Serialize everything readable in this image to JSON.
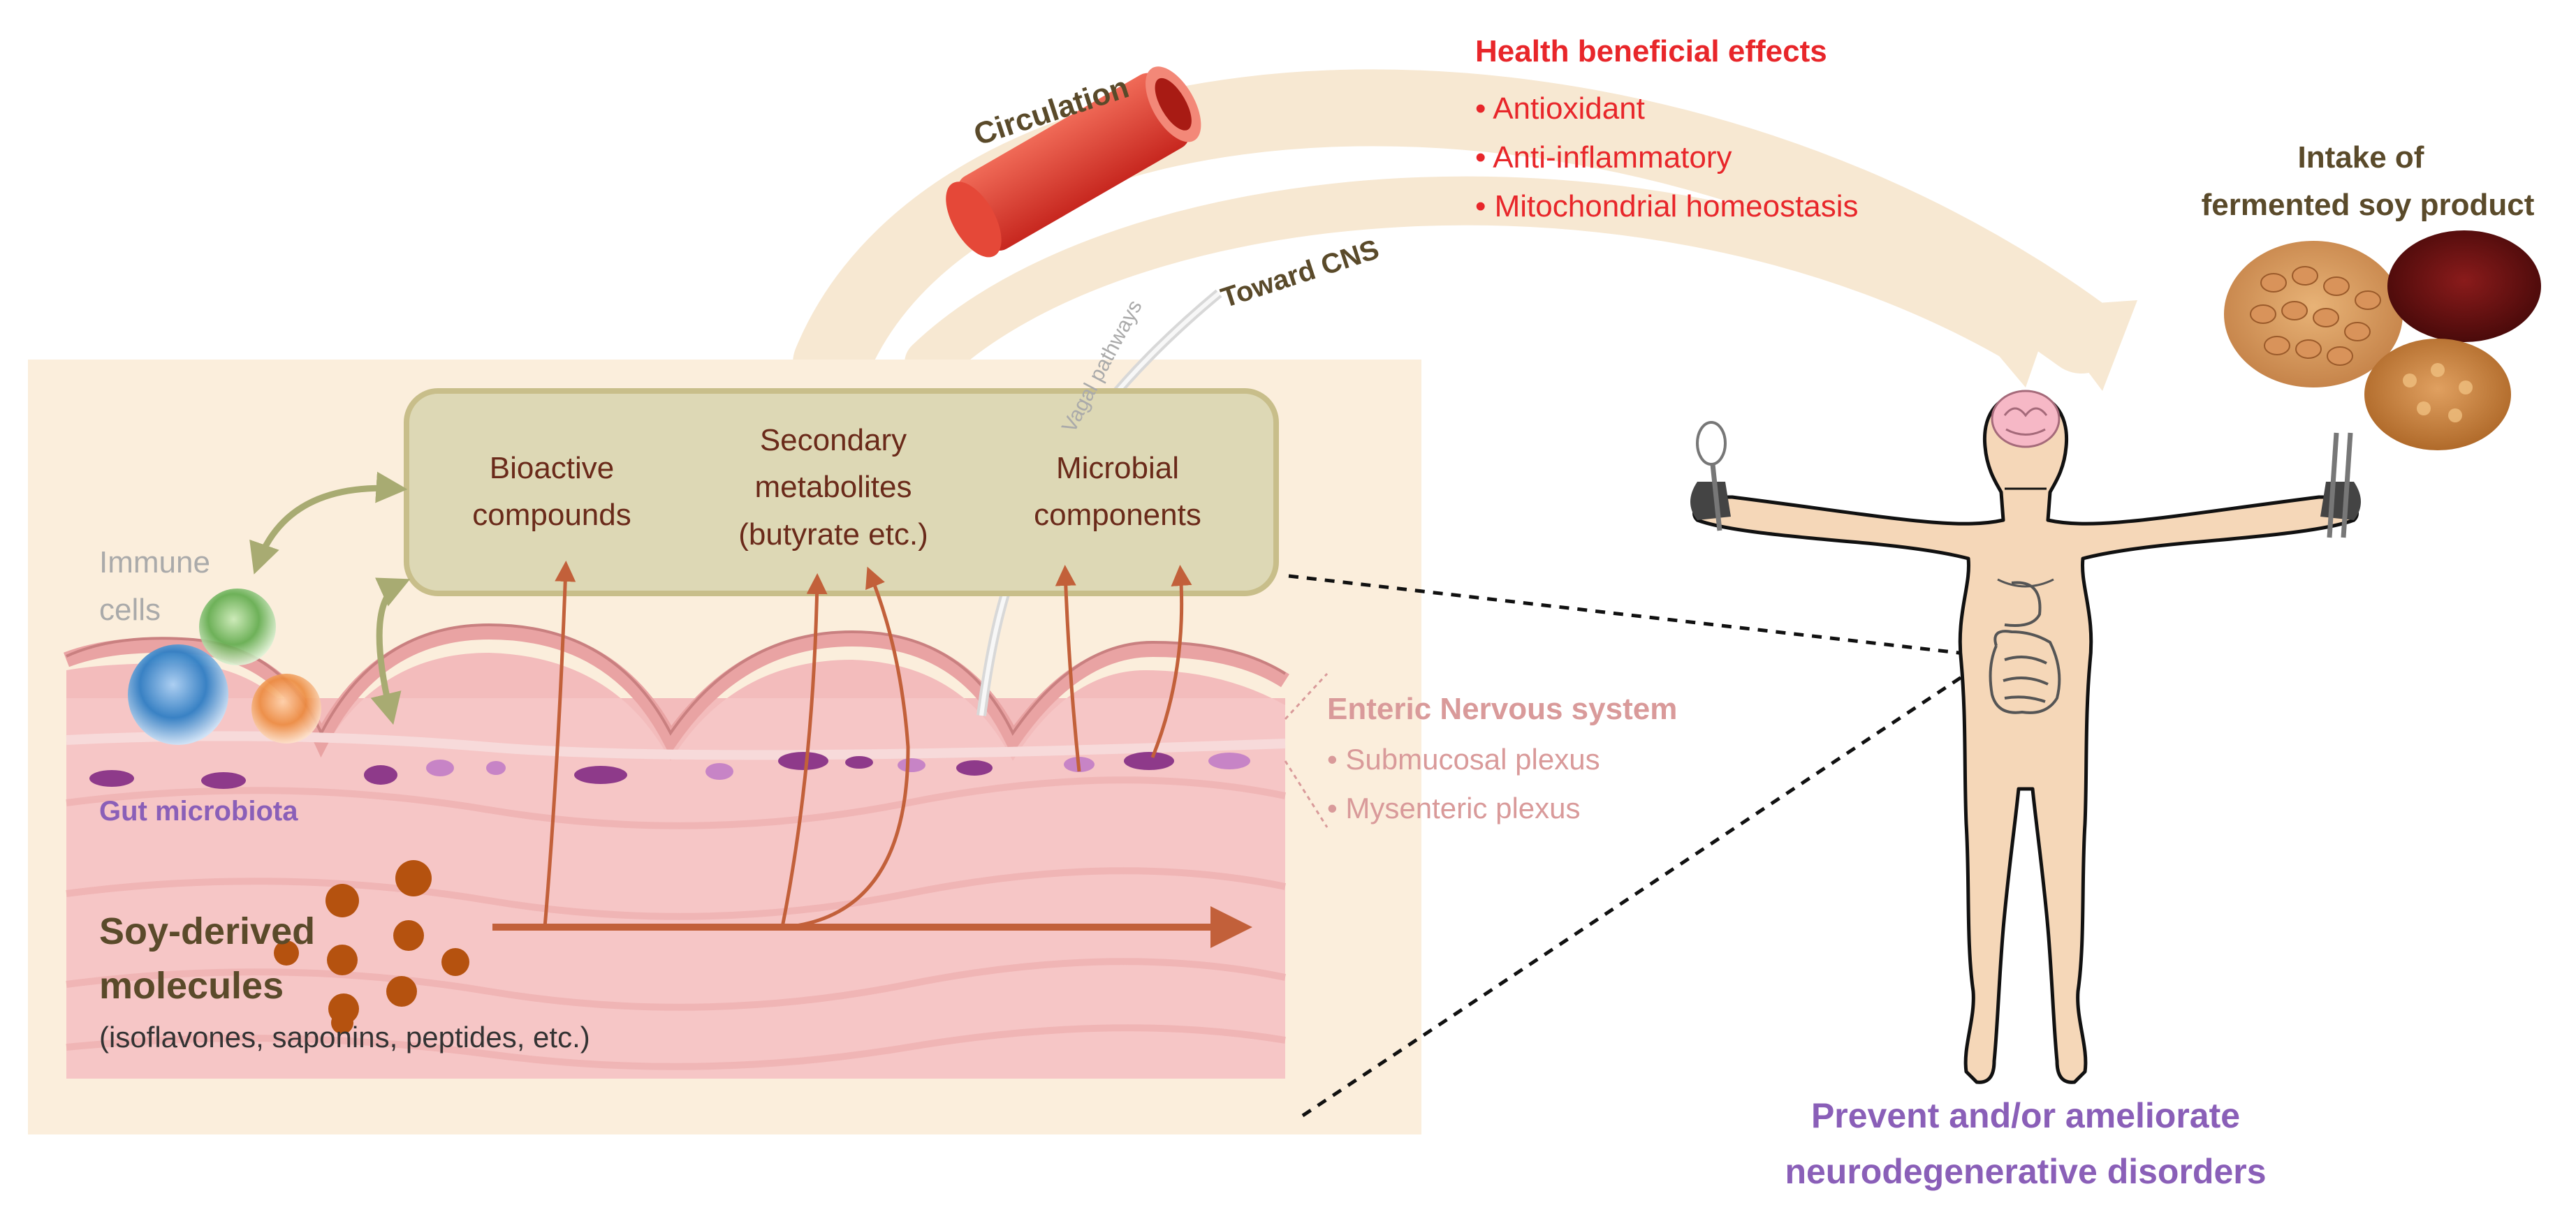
{
  "labels": {
    "circulation": "Circulation",
    "toward_cns": "Toward CNS",
    "vagal_pathways": "Vagal pathways",
    "immune_cells_line1": "Immune",
    "immune_cells_line2": "cells",
    "gut_microbiota": "Gut microbiota",
    "soy_title_line1": "Soy-derived",
    "soy_title_line2": "molecules",
    "soy_examples": "(isoflavones, saponins, peptides, etc.)",
    "intake_line1": "Intake of",
    "intake_line2": "fermented soy product",
    "prevent_line1": "Prevent and/or ameliorate",
    "prevent_line2": "neurodegenerative disorders"
  },
  "box_items": {
    "bioactive": [
      "Bioactive",
      "compounds"
    ],
    "secondary": [
      "Secondary",
      "metabolites",
      "(butyrate etc.)"
    ],
    "microbial": [
      "Microbial",
      "components"
    ]
  },
  "health": {
    "title": "Health beneficial effects",
    "items": [
      "• Antioxidant",
      "• Anti-inflammatory",
      "• Mitochondrial homeostasis"
    ]
  },
  "ens": {
    "title": "Enteric Nervous system",
    "items": [
      "• Submucosal plexus",
      "• Mysenteric plexus"
    ]
  },
  "colors": {
    "health_red": "#e8262a",
    "dark_text": "#5a4a2a",
    "purple": "#8a5fb8",
    "ens_pink": "#d99a9a",
    "immune_gray": "#aaaaaa",
    "arrow_brown": "#c2603a",
    "box_fill": "#ddd8b5",
    "box_stroke": "#c8be8a",
    "panel_bg": "#fbeedc",
    "arc_color": "#f7e8d2"
  },
  "icons": {
    "blood_vessel": "blood-vessel-icon",
    "human": "human-body-icon",
    "brain": "brain-icon",
    "intestine": "intestine-icon",
    "soybeans": "soybeans-icon",
    "sauce": "soy-sauce-icon",
    "natto": "fermented-soy-icon",
    "spoon": "spoon-icon",
    "chopsticks": "chopsticks-icon"
  }
}
